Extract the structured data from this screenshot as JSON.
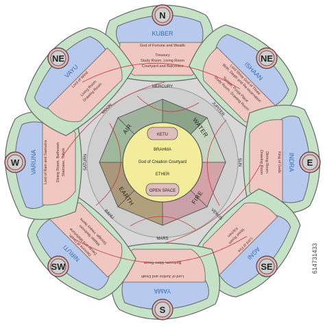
{
  "directions": {
    "N": {
      "label": "N",
      "deity": "KUBER",
      "desc": "God of Fortune and Wealth",
      "rooms": [
        "Treasury",
        "Study Room, Living Room",
        "Courtyard and Balconies"
      ],
      "planet": "MERCURY"
    },
    "NE": {
      "label": "NE",
      "deity": "ISHAAN",
      "desc": [
        "Lord Shiva God of Three",
        "Birth, Death and Re-incarnation"
      ],
      "rooms": [
        "Temple, Pooja Place",
        "Study Room, Drawing Room"
      ],
      "planet": "JUPITER"
    },
    "E": {
      "label": "E",
      "deity": "INDRA",
      "desc": "King of Gods",
      "rooms": [
        "Dining Room",
        "Drawing Room"
      ],
      "planet": "SUN"
    },
    "SE": {
      "label": "SE",
      "deity": "AGNI",
      "desc": "Lord of Fire",
      "rooms": [
        "Stove Room",
        "Kitchen"
      ],
      "planet": "VENUS"
    },
    "S": {
      "label": "S",
      "deity": "YAMA",
      "desc": "Lord of Justice and Death",
      "rooms": [
        "Bedroom, Store Room"
      ],
      "planet": "MARS"
    },
    "SW": {
      "label": "SW",
      "deity": "NIRUTI",
      "desc": [
        "Demons of Death,",
        "Decay and Misfortune"
      ],
      "rooms": [
        "Master Bedroom",
        "Storage, Heavy Items"
      ],
      "planet": "RAHU"
    },
    "W": {
      "label": "W",
      "deity": "VARUNA",
      "desc": "Lord of Rain and Samudra",
      "rooms": [
        "Dining Room, Bathroom",
        "Staircase, Toilets"
      ],
      "planet": "SATURN"
    },
    "NW": {
      "label": "NE",
      "deity": "VAYU",
      "desc": "Lord of Wind",
      "rooms": [
        "Living Room",
        "Drawing Room"
      ],
      "planet": "MOON"
    }
  },
  "elements": {
    "air": "AIR",
    "water": "WATER",
    "earth": "EARTH",
    "fire": "FIRE"
  },
  "center": {
    "ketu": "KETU",
    "brahma": "BRAHMA",
    "brahma_desc": "God of Creation Courtyard",
    "ether": "ETHER",
    "open_space": "OPEN SPACE"
  },
  "watermark": {
    "stock_id": "614731433"
  },
  "colors": {
    "outer_lobe": "#c5e1c6",
    "inner_lobe": "#b8c9ee",
    "room_panel": "#f1c8c1",
    "rings": "#dddddd",
    "octagon_dark": "#8ba48a",
    "center_circle": "#f3ec9a",
    "ketu_box": "#e0bdbd",
    "deity_text": "#2f6fb3",
    "red_lines": "#c43b3b",
    "dir_badge": "#e6b0b2"
  }
}
